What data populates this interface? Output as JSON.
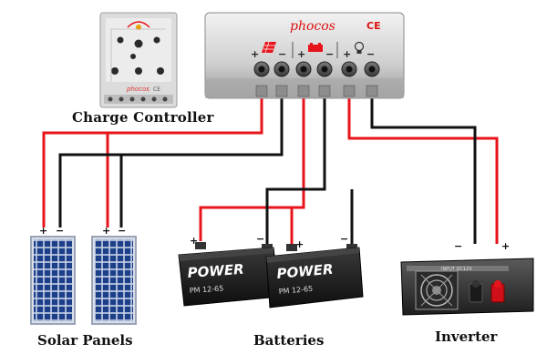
{
  "labels": {
    "charge_controller": "Charge Controller",
    "solar_panels": "Solar Panels",
    "batteries": "Batteries",
    "inverter": "Inverter"
  },
  "controller": {
    "brand": "phocos",
    "ce_mark": "CE"
  },
  "small_controller": {
    "brand": "phocos",
    "ce_mark": "CE"
  },
  "battery": {
    "brand": "POWER",
    "model": "PM 12-65"
  },
  "inverter": {
    "port_label": "INPUT DC12V"
  },
  "polarity": {
    "plus": "+",
    "minus": "−"
  },
  "colors": {
    "positive_wire": "#e8141b",
    "negative_wire": "#111111",
    "controller_body": "#d2d2d2",
    "panel_cell": "#1d3f8a",
    "battery_body": "#1a1a1a"
  },
  "icons": {
    "solar": "solar-panel-icon",
    "battery": "battery-icon",
    "load": "lightbulb-icon"
  }
}
